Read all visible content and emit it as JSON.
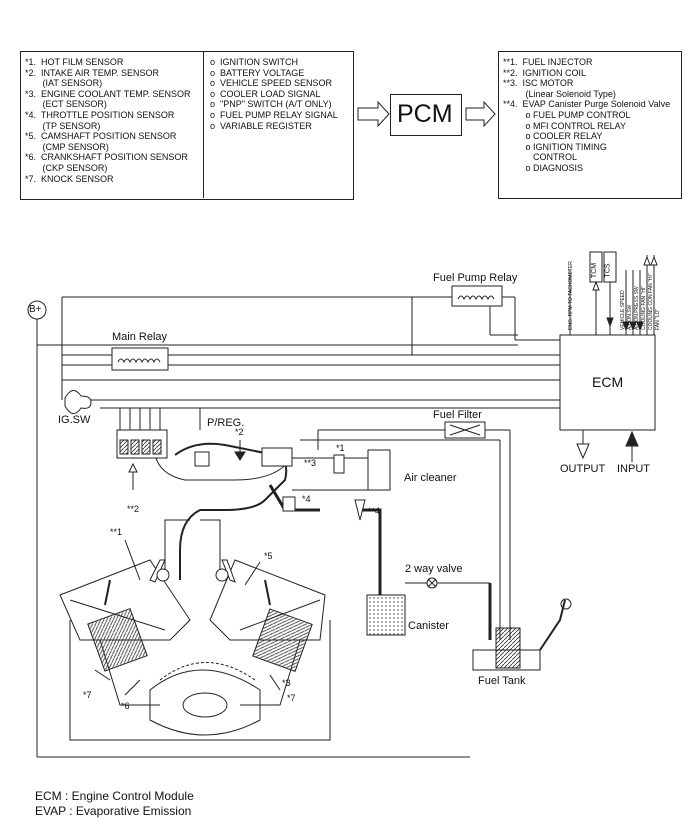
{
  "inputs_box": {
    "sensors": [
      "*1.  HOT FILM SENSOR",
      "*2.  INTAKE AIR TEMP. SENSOR",
      "       (IAT SENSOR)",
      "*3.  ENGINE COOLANT TEMP. SENSOR",
      "       (ECT SENSOR)",
      "*4.  THROTTLE POSITION SENSOR",
      "       (TP SENSOR)",
      "*5.  CAMSHAFT POSITION SENSOR",
      "       (CMP SENSOR)",
      "*6.  CRANKSHAFT POSITION SENSOR",
      "       (CKP SENSOR)",
      "*7.  KNOCK SENSOR"
    ],
    "signals": [
      "o  IGNITION SWITCH",
      "o  BATTERY VOLTAGE",
      "o  VEHICLE SPEED SENSOR",
      "o  COOLER LOAD SIGNAL",
      "o  \"PNP\" SWITCH (A/T ONLY)",
      "o  FUEL PUMP RELAY SIGNAL",
      "o  VARIABLE REGISTER"
    ]
  },
  "pcm_label": "PCM",
  "outputs_box": {
    "lines": [
      "**1.  FUEL INJECTOR",
      "**2.  IGNITION COIL",
      "**3.  ISC MOTOR",
      "         (Linear Solenoid Type)",
      "**4.  EVAP Canister Purge Solenoid Valve",
      "         o FUEL PUMP CONTROL",
      "         o MFI CONTROL RELAY",
      "         o COOLER RELAY",
      "         o IGNITION TIMING",
      "            CONTROL",
      "         o DIAGNOSIS"
    ]
  },
  "diagram": {
    "battery": "B+",
    "ig_switch": "IG.SW",
    "main_relay": "Main Relay",
    "fuel_pump_relay": "Fuel Pump Relay",
    "ecm": "ECM",
    "fuel_filter": "Fuel Filter",
    "p_reg": "P/REG.",
    "air_cleaner": "Air cleaner",
    "two_way_valve": "2 way valve",
    "canister": "Canister",
    "fuel_tank": "Fuel Tank",
    "output": "OUTPUT",
    "input": "INPUT",
    "tcm": "TCM",
    "tcs": "TCS",
    "ecm_top_labels": [
      "ENG. RPM TO TACHOMETER",
      "VEHICLE SPEED",
      "A/CON.SW",
      "A/CON.PRESS.SW",
      "COOLING FAN \"HI\"",
      "COOLING CON FAN \"HI\"",
      "FAN \"LO\""
    ],
    "callouts": {
      "c2": "*2",
      "c1": "*1",
      "cc3": "**3",
      "c4": "*4",
      "cc4": "**4",
      "cc2": "**2",
      "cc1": "**1",
      "c5": "*5",
      "c3": "*3",
      "c7a": "*7",
      "c6": "*6",
      "c7b": "*7"
    }
  },
  "legend": [
    "ECM : Engine Control Module",
    "EVAP : Evaporative Emission"
  ]
}
